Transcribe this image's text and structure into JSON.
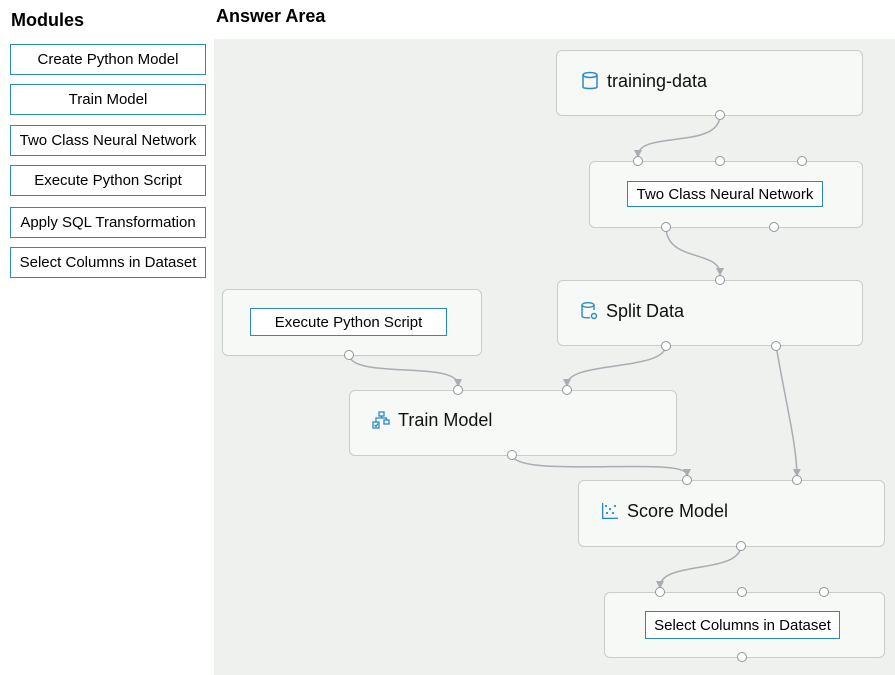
{
  "modules": {
    "title": "Modules",
    "items": [
      "Create Python Model",
      "Train Model",
      "Two Class Neural Network",
      "Execute Python Script",
      "Apply SQL Transformation",
      "Select Columns in Dataset"
    ]
  },
  "answer_area": {
    "title": "Answer Area",
    "nodes": {
      "training_data": "training-data",
      "neural_slot": "Two Class Neural Network",
      "split_data": "Split Data",
      "execute_slot": "Execute Python Script",
      "train_model": "Train Model",
      "score_model": "Score Model",
      "select_slot": "Select Columns in Dataset"
    }
  },
  "icons": {
    "training_data": "database-icon",
    "split_data": "database-gear-icon",
    "train_model": "hierarchy-check-icon",
    "score_model": "scatter-plot-icon"
  },
  "colors": {
    "accent": "#2b88c8",
    "wire": "#a7adb3",
    "canvas": "#eef1ee"
  }
}
